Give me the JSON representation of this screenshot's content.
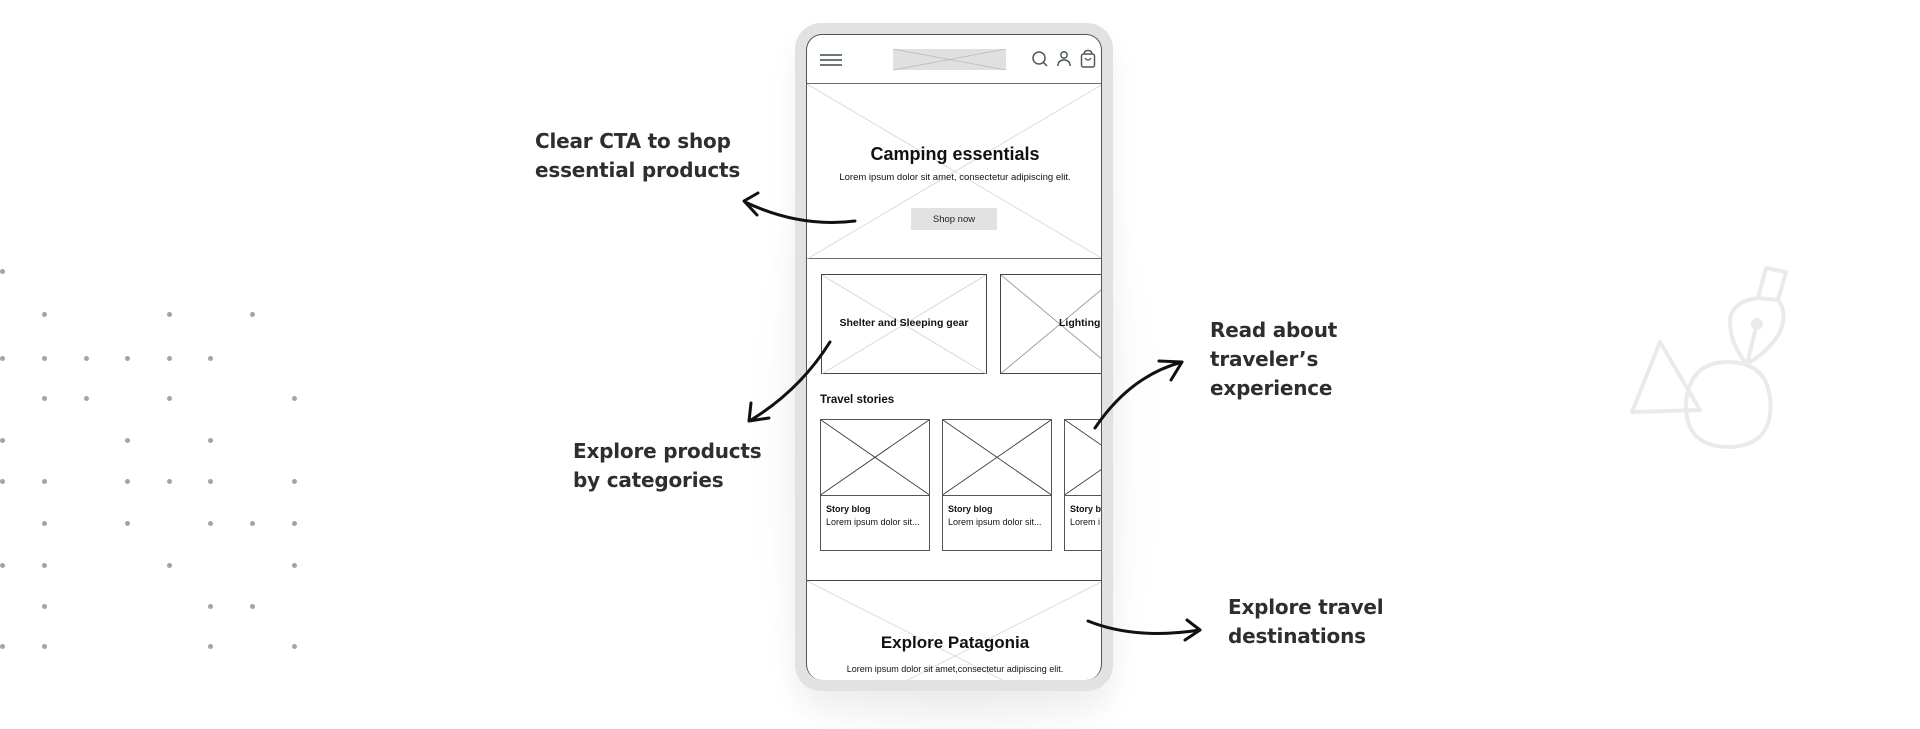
{
  "phone": {
    "header": {
      "menu_icon": "hamburger-menu-icon",
      "logo_placeholder": "image-placeholder",
      "icons": [
        "search-icon",
        "user-icon",
        "shopping-bag-icon"
      ]
    },
    "hero": {
      "title": "Camping essentials",
      "subtitle": "Lorem ipsum dolor sit amet, consectetur adipiscing elit.",
      "cta_label": "Shop now"
    },
    "categories": [
      {
        "label": "Shelter and Sleeping gear"
      },
      {
        "label": "Lighting"
      }
    ],
    "travel_stories": {
      "title": "Travel stories",
      "items": [
        {
          "title": "Story blog",
          "text": "Lorem ipsum dolor sit..."
        },
        {
          "title": "Story blog",
          "text": "Lorem ipsum dolor sit..."
        },
        {
          "title": "Story bl",
          "text": "Lorem i"
        }
      ]
    },
    "promo": {
      "title": "Explore Patagonia",
      "subtitle": "Lorem ipsum dolor sit amet,consectetur adipiscing elit."
    }
  },
  "annotations": {
    "cta": "Clear CTA to shop essential products",
    "categories": "Explore products by categories",
    "stories": "Read about traveler’s experience",
    "destinations": "Explore travel destinations"
  },
  "colors": {
    "frame": "#e1e2e1",
    "text": "#2e2e2e",
    "dots": "#a3a5a2",
    "decoration": "#eaeaea"
  }
}
